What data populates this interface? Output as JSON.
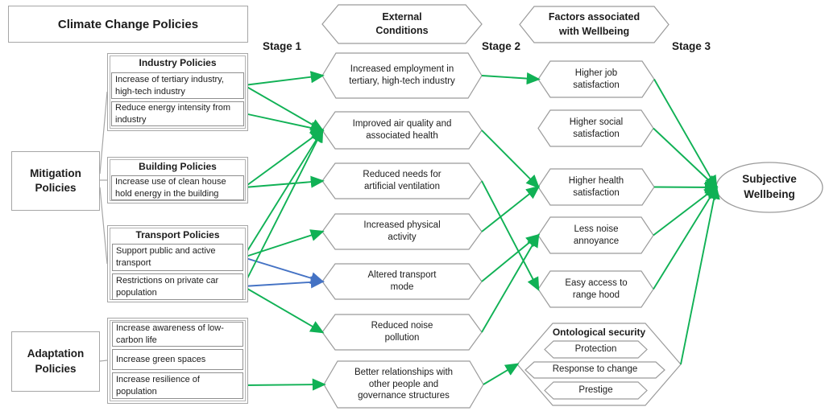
{
  "diagram": {
    "title": "Climate Change Policies",
    "stages": [
      "Stage 1",
      "Stage 2",
      "Stage 3"
    ],
    "colors": {
      "arrow_green": "#10b155",
      "arrow_blue": "#4472c4",
      "shape_border": "#9b9b9b",
      "box_border": "#a6a6a6",
      "text": "#1c1c1c"
    },
    "policy_groups": {
      "mitigation": {
        "label": "Mitigation Policies",
        "groups": [
          {
            "id": "industry",
            "title": "Industry Policies",
            "items": [
              {
                "id": "policy_tertiary",
                "text": "Increase of tertiary industry, high-tech industry"
              },
              {
                "id": "policy_energy",
                "text": "Reduce energy intensity from industry"
              }
            ]
          },
          {
            "id": "building",
            "title": "Building Policies",
            "items": [
              {
                "id": "policy_clean",
                "text": "Increase use of clean house hold energy in the building"
              }
            ]
          },
          {
            "id": "transport",
            "title": "Transport Policies",
            "items": [
              {
                "id": "policy_support",
                "text": "Support public and active transport"
              },
              {
                "id": "policy_restrict",
                "text": "Restrictions on private car population"
              }
            ]
          }
        ]
      },
      "adaptation": {
        "label": "Adaptation Policies",
        "groups": [
          {
            "id": "adaptation_group",
            "title": "",
            "items": [
              {
                "id": "policy_awareness",
                "text": "Increase awareness of low-carbon life"
              },
              {
                "id": "policy_green",
                "text": "Increase green spaces"
              },
              {
                "id": "policy_resilience",
                "text": "Increase resilience of population"
              }
            ]
          }
        ]
      }
    },
    "external_conditions": {
      "header": "External Conditions",
      "items": [
        {
          "id": "cond_employment",
          "text": "Increased employment in tertiary, high-tech industry"
        },
        {
          "id": "cond_air",
          "text": "Improved air quality and associated health"
        },
        {
          "id": "cond_ventilation",
          "text": "Reduced needs for artificial ventilation"
        },
        {
          "id": "cond_activity",
          "text": "Increased physical activity"
        },
        {
          "id": "cond_transport",
          "text": "Altered transport mode"
        },
        {
          "id": "cond_noise",
          "text": "Reduced noise pollution"
        },
        {
          "id": "cond_relationships",
          "text": "Better relationships with other people and governance structures"
        }
      ]
    },
    "wellbeing_factors": {
      "header": "Factors associated with Wellbeing",
      "items": [
        {
          "id": "factor_job",
          "text": "Higher job satisfaction"
        },
        {
          "id": "factor_social",
          "text": "Higher social satisfaction"
        },
        {
          "id": "factor_health",
          "text": "Higher health satisfaction"
        },
        {
          "id": "factor_lessnoise",
          "text": "Less noise annoyance"
        },
        {
          "id": "factor_easyaccess",
          "text": "Easy access to range hood"
        },
        {
          "id": "factor_ontological",
          "title": "Ontological security",
          "sub_items": [
            {
              "id": "onto_protection",
              "text": "Protection"
            },
            {
              "id": "onto_response",
              "text": "Response to change"
            },
            {
              "id": "onto_prestige",
              "text": "Prestige"
            }
          ]
        }
      ]
    },
    "outcome": {
      "label": "Subjective Wellbeing"
    },
    "edges": [
      {
        "from": "policy_tertiary",
        "to": "cond_employment",
        "color": "green"
      },
      {
        "from": "policy_tertiary",
        "to": "cond_air",
        "color": "green"
      },
      {
        "from": "policy_energy",
        "to": "cond_air",
        "color": "green"
      },
      {
        "from": "policy_clean",
        "to": "cond_air",
        "color": "green"
      },
      {
        "from": "policy_clean",
        "to": "cond_ventilation",
        "color": "green"
      },
      {
        "from": "policy_support",
        "to": "cond_air",
        "color": "green"
      },
      {
        "from": "policy_support",
        "to": "cond_activity",
        "color": "green"
      },
      {
        "from": "policy_support",
        "to": "cond_transport",
        "color": "blue"
      },
      {
        "from": "policy_restrict",
        "to": "cond_air",
        "color": "green"
      },
      {
        "from": "policy_restrict",
        "to": "cond_transport",
        "color": "blue"
      },
      {
        "from": "policy_restrict",
        "to": "cond_noise",
        "color": "green"
      },
      {
        "from": "policy_resilience",
        "to": "cond_relationships",
        "color": "green"
      },
      {
        "from": "cond_employment",
        "to": "factor_job",
        "color": "green"
      },
      {
        "from": "cond_air",
        "to": "factor_health",
        "color": "green"
      },
      {
        "from": "cond_ventilation",
        "to": "factor_easyaccess",
        "color": "green"
      },
      {
        "from": "cond_activity",
        "to": "factor_health",
        "color": "green"
      },
      {
        "from": "cond_transport",
        "to": "factor_lessnoise",
        "color": "green"
      },
      {
        "from": "cond_noise",
        "to": "factor_lessnoise",
        "color": "green"
      },
      {
        "from": "cond_relationships",
        "to": "factor_ontological",
        "color": "green"
      },
      {
        "from": "factor_job",
        "to": "wellbeing",
        "color": "green"
      },
      {
        "from": "factor_social",
        "to": "wellbeing",
        "color": "green"
      },
      {
        "from": "factor_health",
        "to": "wellbeing",
        "color": "green"
      },
      {
        "from": "factor_lessnoise",
        "to": "wellbeing",
        "color": "green"
      },
      {
        "from": "factor_easyaccess",
        "to": "wellbeing",
        "color": "green"
      },
      {
        "from": "factor_ontological",
        "to": "wellbeing",
        "color": "green"
      }
    ]
  }
}
